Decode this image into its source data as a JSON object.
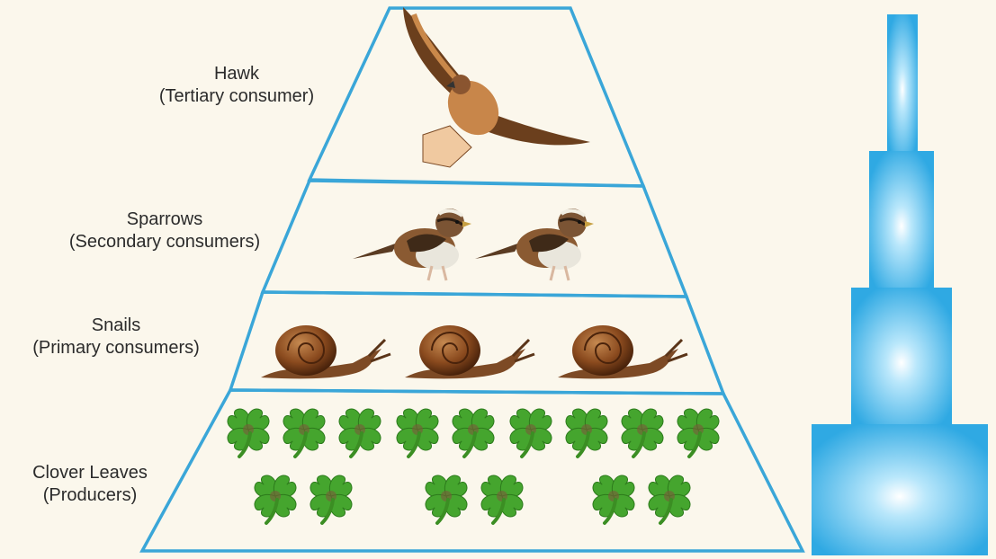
{
  "pyramid": {
    "levels": [
      {
        "name": "Hawk",
        "role": "(Tertiary consumer)",
        "organism": "hawk",
        "count": 1
      },
      {
        "name": "Sparrows",
        "role": "(Secondary consumers)",
        "organism": "sparrow",
        "count": 2
      },
      {
        "name": "Snails",
        "role": "(Primary consumers)",
        "organism": "snail",
        "count": 3
      },
      {
        "name": "Clover Leaves",
        "role": "(Producers)",
        "organism": "clover",
        "count": 15
      }
    ]
  },
  "colors": {
    "background": "#fbf7ec",
    "pyramid_outline": "#3aa6d8",
    "tower_fill": "#5ec4f0",
    "clover": "#3f9a2a",
    "snail_shell": "#8a4a1e",
    "hawk": "#6b3f1d"
  },
  "icons": {
    "hawk": "hawk-icon",
    "sparrow": "sparrow-icon",
    "snail": "snail-icon",
    "clover": "clover-icon"
  }
}
